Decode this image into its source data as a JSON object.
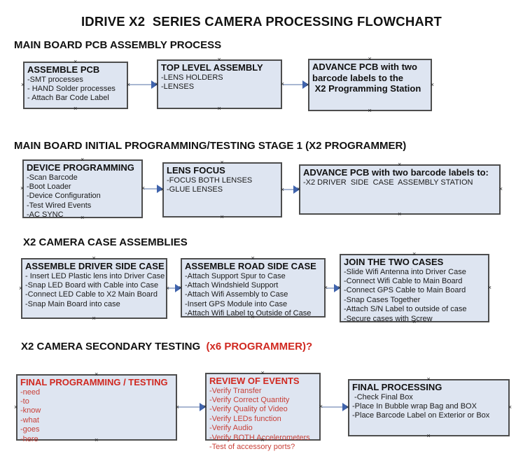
{
  "title": "IDRIVE X2  SERIES CAMERA PROCESSING FLOWCHART",
  "colors": {
    "box_fill": "#dee5f1",
    "box_border": "#4d4d4d",
    "red_heading": "#d02820",
    "red_body": "#c84038",
    "arrow_line": "#a9b7d2",
    "arrow_head": "#3f63ac"
  },
  "sections": [
    {
      "heading": "MAIN BOARD PCB ASSEMBLY PROCESS",
      "heading_red": "",
      "boxes": [
        {
          "title": "ASSEMBLE PCB",
          "lines": [
            "-SMT processes",
            "- HAND Solder processes",
            "- Attach Bar Code Label"
          ]
        },
        {
          "title": "TOP LEVEL ASSEMBLY",
          "lines": [
            "-LENS HOLDERS",
            "-LENSES"
          ]
        },
        {
          "title": "ADVANCE PCB with two\nbarcode labels to the\n X2 Programming Station",
          "lines": []
        }
      ]
    },
    {
      "heading": "MAIN BOARD INITIAL PROGRAMMING/TESTING STAGE 1 (X2 PROGRAMMER)",
      "heading_red": "",
      "boxes": [
        {
          "title": "DEVICE PROGRAMMING",
          "lines": [
            "-Scan Barcode",
            "-Boot Loader",
            "-Device Configuration",
            "-Test Wired Events",
            "-AC SYNC"
          ]
        },
        {
          "title": "LENS FOCUS",
          "lines": [
            "-FOCUS BOTH LENSES",
            "-GLUE LENSES"
          ]
        },
        {
          "title": "ADVANCE PCB with two barcode labels to:",
          "lines": [
            "-X2 DRIVER  SIDE  CASE  ASSEMBLY STATION"
          ]
        }
      ]
    },
    {
      "heading": "X2 CAMERA CASE ASSEMBLIES",
      "heading_red": "",
      "boxes": [
        {
          "title": "ASSEMBLE DRIVER SIDE CASE",
          "lines": [
            "- Insert LED Plastic lens into Driver Case",
            "-Snap LED Board with Cable into Case",
            "-Connect LED Cable to X2 Main Board",
            "-Snap Main Board into case"
          ]
        },
        {
          "title": "ASSEMBLE ROAD SIDE CASE",
          "lines": [
            "-Attach Support Spur to Case",
            "-Attach Windshield Support",
            "-Attach Wifi Assembly to Case",
            "-Insert GPS Module into Case",
            "-Attach Wifi Label to Outside of Case"
          ]
        },
        {
          "title": "JOIN THE TWO CASES",
          "lines": [
            "-Slide Wifi Antenna into Driver Case",
            "-Connect Wifi Cable to Main Board",
            "-Connect GPS Cable to Main Board",
            "-Snap Cases Together",
            "-Attach S/N Label to outside of case",
            "-Secure cases with Screw"
          ]
        }
      ]
    },
    {
      "heading": "X2 CAMERA SECONDARY TESTING ",
      "heading_red": " (x6 PROGRAMMER)?",
      "boxes": [
        {
          "title": "FINAL PROGRAMMING / TESTING",
          "lines": [
            "-need",
            "-to",
            "-know",
            "-what",
            "-goes",
            "-here"
          ]
        },
        {
          "title": "REVIEW OF EVENTS",
          "lines": [
            "-Verify Transfer",
            "-Verify Correct Quantity",
            "-Verify Quality of Video",
            "-Verify LEDs function",
            "-Verify Audio",
            "-Verify BOTH Accelerometers",
            "-Test of accessory ports?"
          ]
        },
        {
          "title": "FINAL PROCESSING",
          "lines": [
            " -Check Final Box",
            "-Place In Bubble wrap Bag and BOX",
            "-Place Barcode Label on Exterior or Box"
          ]
        }
      ]
    }
  ]
}
